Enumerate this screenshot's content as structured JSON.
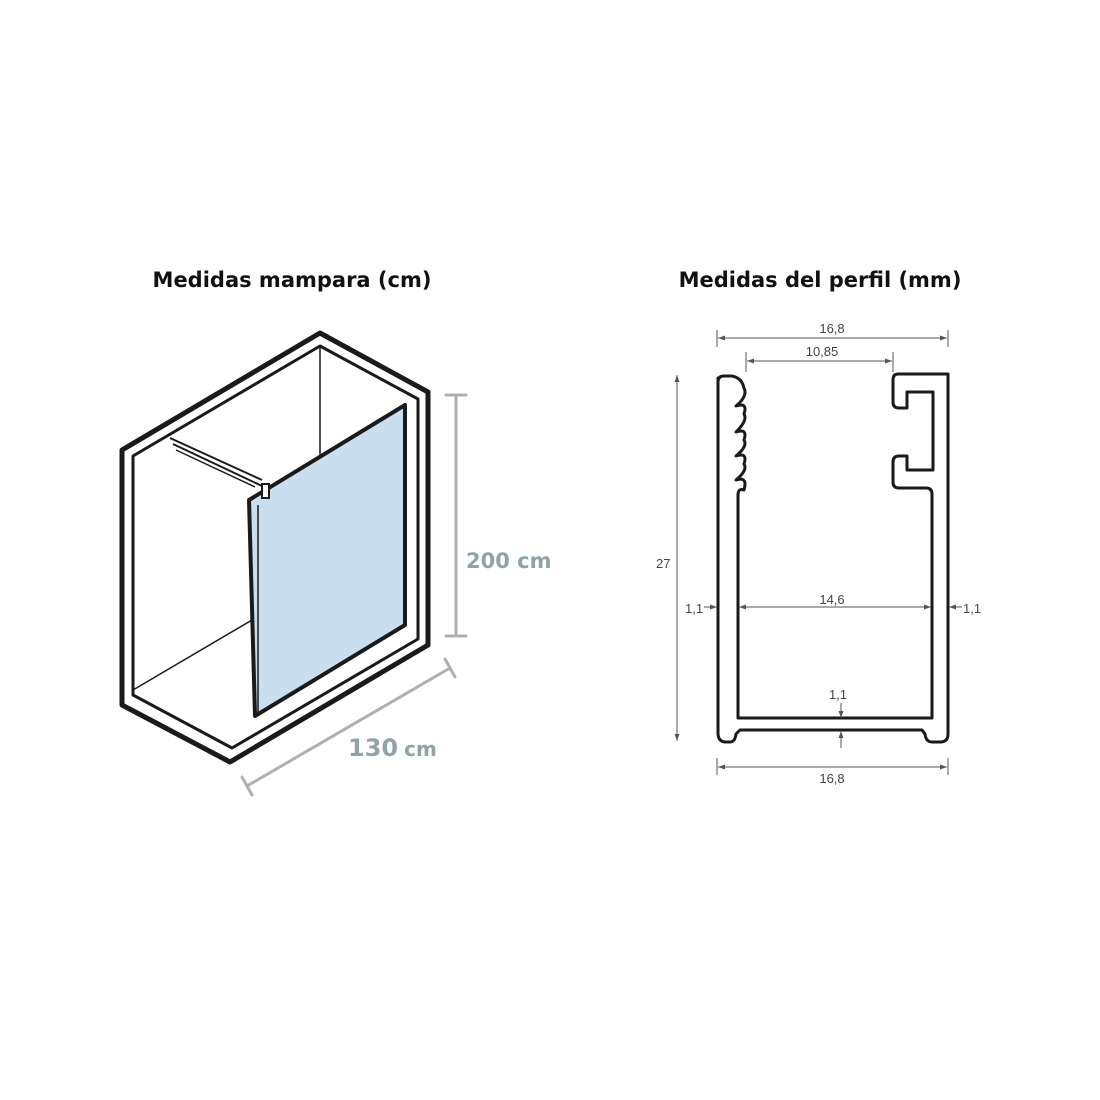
{
  "screen_titles": {
    "left": "Medidas mampara (cm)",
    "right": "Medidas del perfil (mm)"
  },
  "screen": {
    "height_label": "200 cm",
    "width_value": "130",
    "width_unit": "cm",
    "glass_color": "#c9dff0"
  },
  "profile": {
    "top_total": "16,8",
    "top_gap": "10,85",
    "height": "27",
    "inner_width": "14,6",
    "wall_left": "1,1",
    "wall_right": "1,1",
    "base_thickness": "1,1",
    "bottom_total": "16,8"
  }
}
